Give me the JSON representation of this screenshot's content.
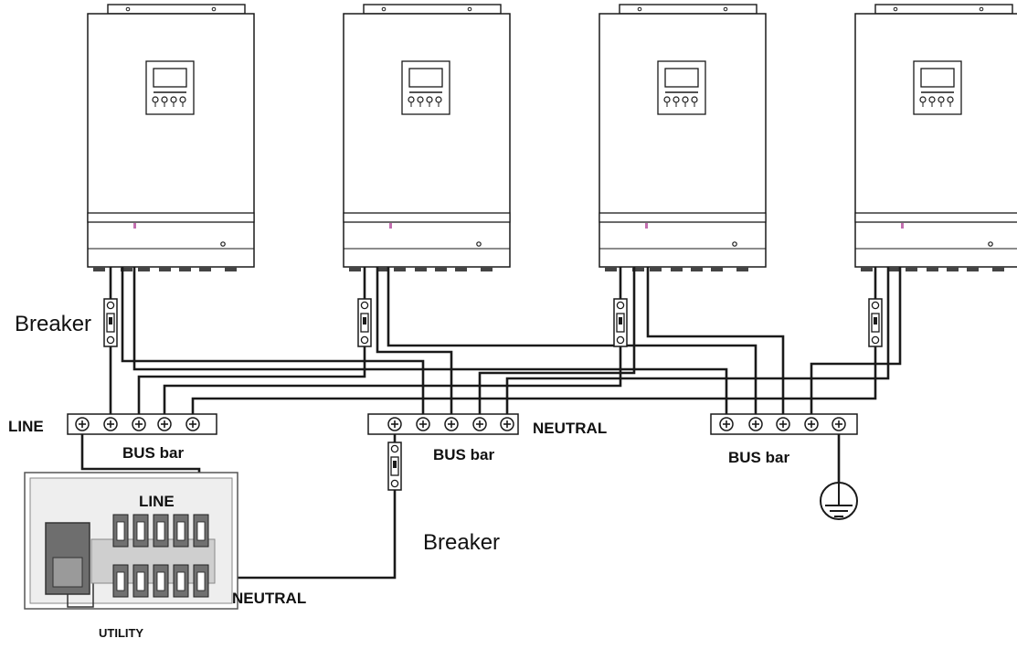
{
  "labels": {
    "breaker_top": "Breaker",
    "breaker_bottom": "Breaker",
    "line_bus": "LINE",
    "neutral_bus": "NEUTRAL",
    "bus_bar_1": "BUS bar",
    "bus_bar_2": "BUS bar",
    "bus_bar_3": "BUS bar",
    "panel_line": "LINE",
    "panel_neutral": "NEUTRAL",
    "utility": "UTILITY"
  },
  "inverters": [
    {
      "id": "inverter-1"
    },
    {
      "id": "inverter-2"
    },
    {
      "id": "inverter-3"
    },
    {
      "id": "inverter-4"
    }
  ],
  "bus_bars": [
    {
      "id": "line-bus-bar",
      "terminals": 5
    },
    {
      "id": "neutral-bus-bar",
      "terminals": 5
    },
    {
      "id": "ground-bus-bar",
      "terminals": 5
    }
  ],
  "colors": {
    "stroke": "#1a1a1a",
    "panel_fill": "#ebebeb",
    "panel_dark": "#707070",
    "indicator": "#c36fb0"
  },
  "icons": [
    "ground-icon",
    "breaker-icon",
    "terminal-screw-icon",
    "lcd-display-icon"
  ]
}
